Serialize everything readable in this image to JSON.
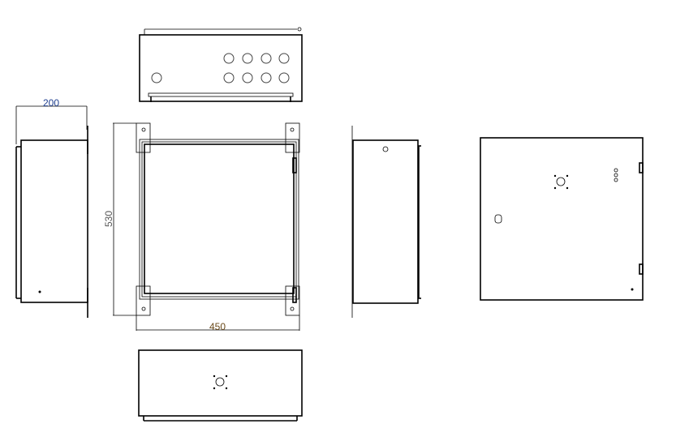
{
  "dimensions": {
    "depth": "200",
    "height": "530",
    "width": "450"
  },
  "colors": {
    "depth_text": "#1f3f8f",
    "height_text": "#555555",
    "width_text": "#6b4b1b",
    "line": "#000000"
  }
}
